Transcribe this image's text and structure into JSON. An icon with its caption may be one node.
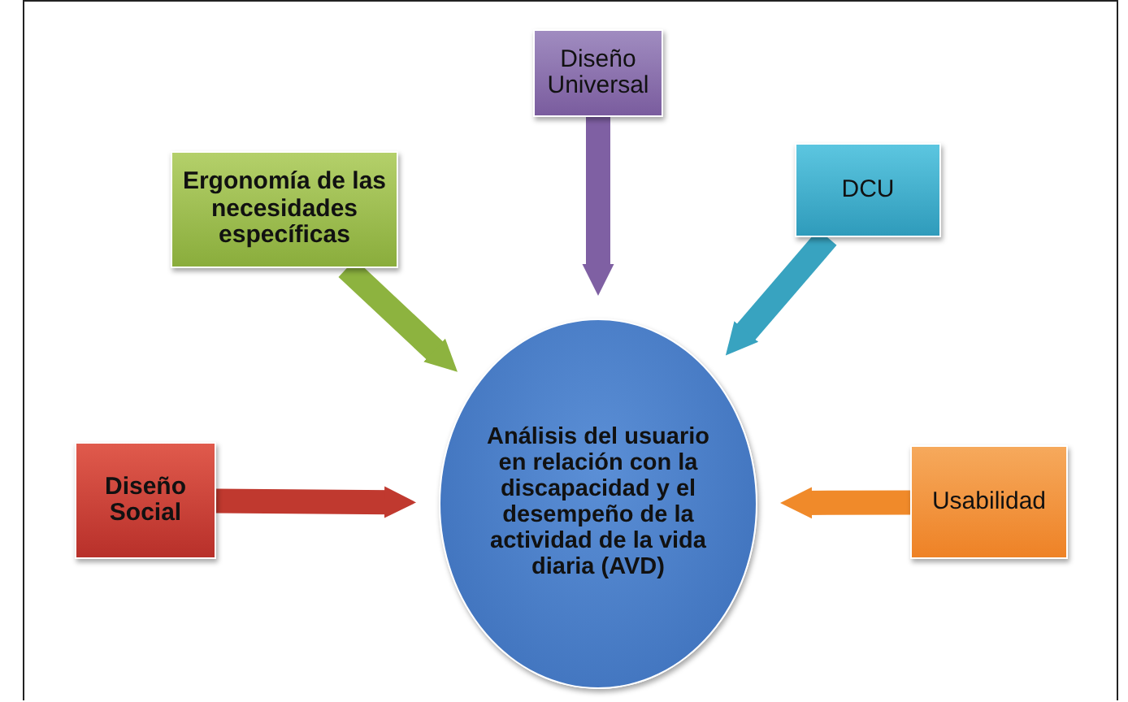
{
  "diagram": {
    "nodes": [
      {
        "text": [
          "Diseño Universal"
        ]
      },
      {
        "text": [
          "Ergonomía de las necesidades específicas"
        ]
      },
      {
        "text": [
          "DCU"
        ]
      },
      {
        "text": [
          "Diseño Social"
        ]
      },
      {
        "text": [
          "Usabilidad"
        ]
      },
      {
        "text": [
          "Análisis del usuario en relación con la discapacidad y el desempeño de la actividad de la vida diaria (AVD)"
        ]
      }
    ],
    "edges": [
      {
        "from": 0,
        "to": 5,
        "arrow": "to",
        "color": "#7f60a3"
      },
      {
        "from": 1,
        "to": 5,
        "arrow": "to",
        "color": "#8db33f"
      },
      {
        "from": 2,
        "to": 5,
        "arrow": "to",
        "color": "#38a3c0"
      },
      {
        "from": 3,
        "to": 5,
        "arrow": "to",
        "color": "#c0392f"
      },
      {
        "from": 4,
        "to": 5,
        "arrow": "to",
        "color": "#f08a2a"
      }
    ]
  }
}
